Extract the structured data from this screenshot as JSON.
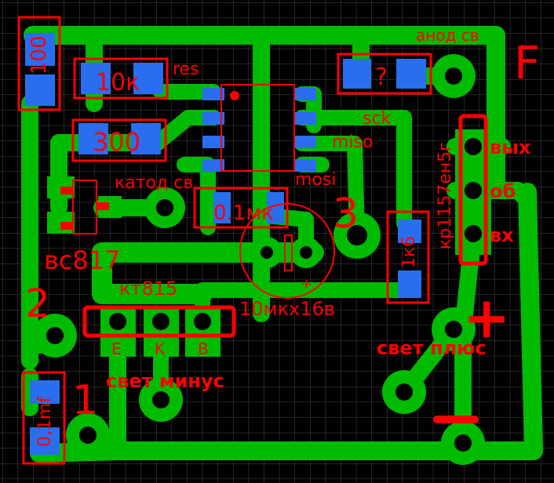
{
  "board": {
    "colors": {
      "background": "#000000",
      "grid": "#4a4a4a",
      "copper": "#00bb00",
      "smd_pad": "#2a6ef0",
      "silkscreen": "#ff0000"
    },
    "labels": {
      "r100": "100",
      "r10k": "10к",
      "res": "res",
      "r300": "300",
      "unknown": "?",
      "anode": "анод св",
      "corner": "F",
      "sck": "sck",
      "miso": "miso",
      "mosi": "mosi",
      "cathode": "катод св",
      "c01": "0.1мк",
      "three": "3",
      "r1k6": "1к6",
      "regulator": "кр1157ен5г",
      "out": "вых",
      "common": "об",
      "in": "вх",
      "bc817": "вс817",
      "two": "2",
      "kt815": "кт815",
      "electrolytic": "10мкх16в",
      "plus_small": "+",
      "e": "E",
      "k": "K",
      "b": "B",
      "light_plus": "свет плюс",
      "plus": "+",
      "light_minus": "свет минус",
      "one": "1",
      "cap_01mf": "0,1mf",
      "minus": "−"
    }
  }
}
